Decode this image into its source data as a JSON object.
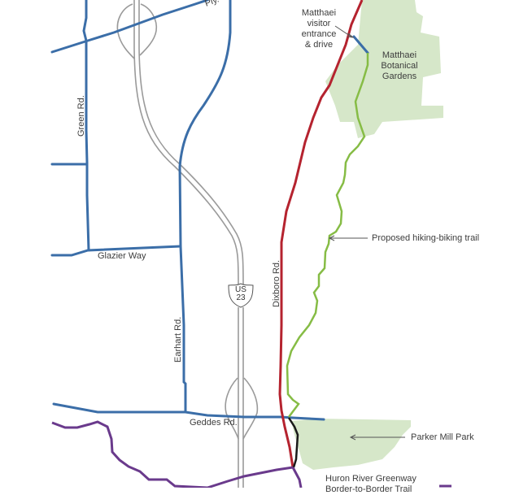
{
  "map": {
    "colors": {
      "local_road": "#3b6ea8",
      "dixboro_road": "#b5232f",
      "highway": "#9a9a9a",
      "proposed_trail": "#86bc45",
      "greenway_trail": "#6a3a8c",
      "connector": "#1a1a1a",
      "park_fill": "#d6e7c9",
      "label": "#3d3d3d"
    },
    "roads": {
      "green_rd": "Green Rd.",
      "glazier_way": "Glazier Way",
      "earhart_rd": "Earhart Rd.",
      "geddes_rd": "Geddes Rd.",
      "dixboro_rd": "Dixboro Rd.",
      "plymouth_rd_partial": "Ply."
    },
    "highway_shield": {
      "line1": "US",
      "line2": "23"
    },
    "parks": {
      "matthaei": [
        "Matthaei",
        "Botanical",
        "Gardens"
      ],
      "parker_mill": "Parker Mill Park"
    },
    "callouts": {
      "entrance": [
        "Matthaei",
        "visitor",
        "entrance",
        "& drive"
      ],
      "proposed_trail": "Proposed hiking-biking trail",
      "parker_mill": "Parker Mill Park",
      "greenway": [
        "Huron River Greenway",
        "Border-to-Border Trail"
      ]
    }
  }
}
